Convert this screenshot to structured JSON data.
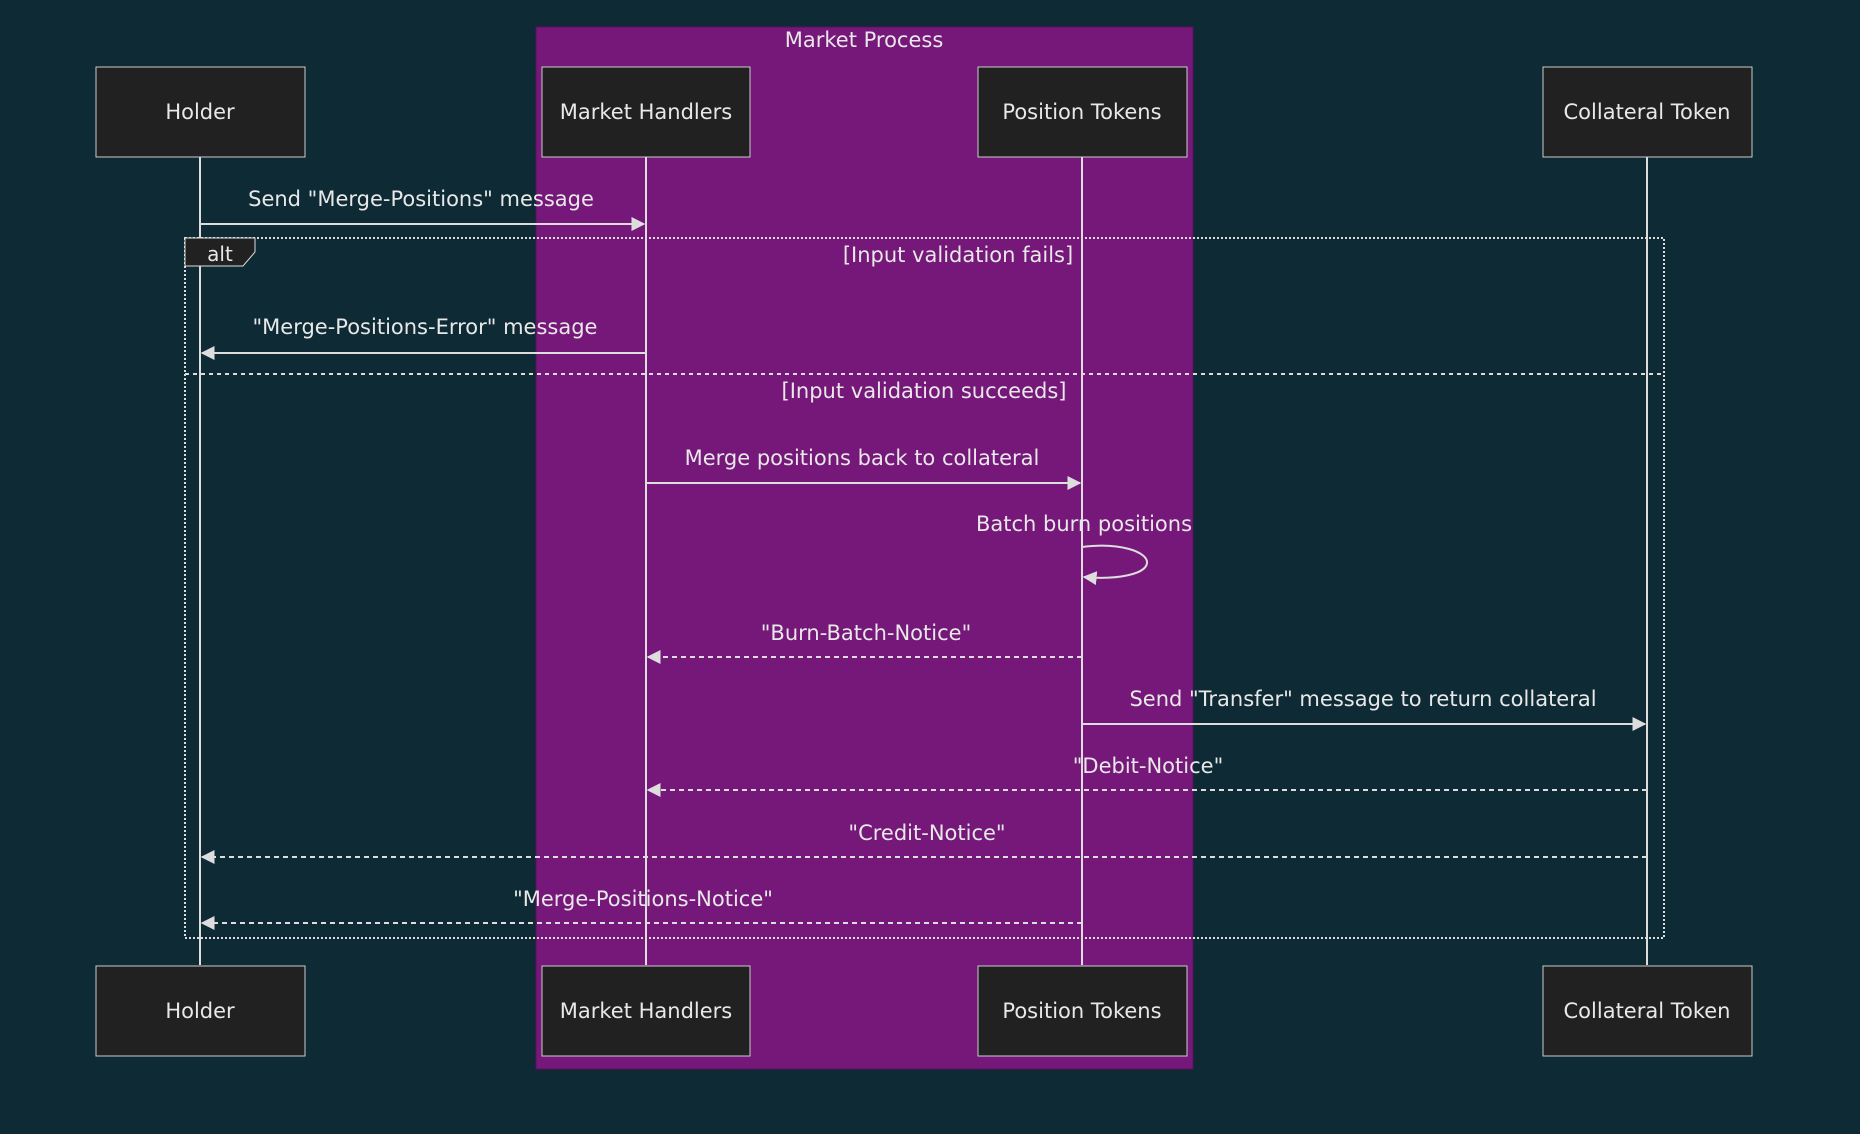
{
  "colors": {
    "background": "#0d2a35",
    "group_fill": "#76177a",
    "actor_fill": "#212121",
    "actor_stroke": "#cccccc",
    "line": "#dddddd",
    "text": "#e8e8e8"
  },
  "group": {
    "label": "Market Process"
  },
  "actors": [
    {
      "id": "holder",
      "label": "Holder"
    },
    {
      "id": "handlers",
      "label": "Market Handlers"
    },
    {
      "id": "tokens",
      "label": "Position Tokens"
    },
    {
      "id": "collateral",
      "label": "Collateral Token"
    }
  ],
  "alt_block": {
    "label": "alt",
    "conditions": [
      "[Input validation fails]",
      "[Input validation succeeds]"
    ]
  },
  "messages": [
    {
      "text": "Send \"Merge-Positions\" message",
      "from": "holder",
      "to": "handlers",
      "style": "solid"
    },
    {
      "text": "\"Merge-Positions-Error\" message",
      "from": "handlers",
      "to": "holder",
      "style": "solid"
    },
    {
      "text": "Merge positions back to collateral",
      "from": "handlers",
      "to": "tokens",
      "style": "solid"
    },
    {
      "text": "Batch burn positions",
      "from": "tokens",
      "to": "tokens",
      "style": "solid"
    },
    {
      "text": "\"Burn-Batch-Notice\"",
      "from": "tokens",
      "to": "handlers",
      "style": "dashed"
    },
    {
      "text": "Send \"Transfer\" message to return collateral",
      "from": "tokens",
      "to": "collateral",
      "style": "solid"
    },
    {
      "text": "\"Debit-Notice\"",
      "from": "collateral",
      "to": "handlers",
      "style": "dashed"
    },
    {
      "text": "\"Credit-Notice\"",
      "from": "collateral",
      "to": "holder",
      "style": "dashed"
    },
    {
      "text": "\"Merge-Positions-Notice\"",
      "from": "tokens",
      "to": "holder",
      "style": "dashed"
    }
  ]
}
